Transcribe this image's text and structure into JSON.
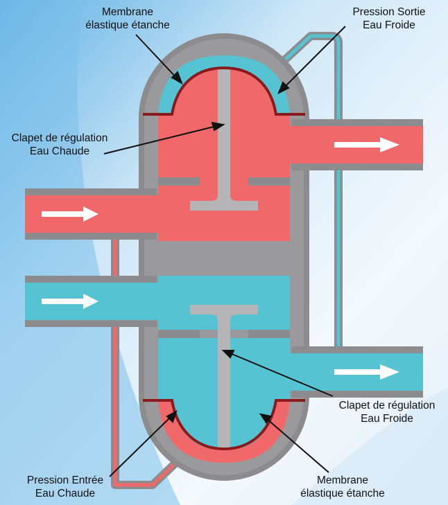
{
  "labels": {
    "membrane_top": {
      "line1": "Membrane",
      "line2": "élastique étanche"
    },
    "pression_sortie": {
      "line1": "Pression Sortie",
      "line2": "Eau Froide"
    },
    "clapet_chaude": {
      "line1": "Clapet de régulation",
      "line2": "Eau Chaude"
    },
    "clapet_froide": {
      "line1": "Clapet de régulation",
      "line2": "Eau Froide"
    },
    "pression_entree": {
      "line1": "Pression Entrée",
      "line2": "Eau Chaude"
    },
    "membrane_bottom": {
      "line1": "Membrane",
      "line2": "élastique étanche"
    }
  },
  "colors": {
    "hot_water": "#f0686a",
    "cold_water": "#55c3d2",
    "body": "#8c8c8e",
    "valve": "#b5b5b7",
    "membrane": "#8a1a1e",
    "arrow": "#ffffff",
    "background": "#e9f3fa"
  }
}
